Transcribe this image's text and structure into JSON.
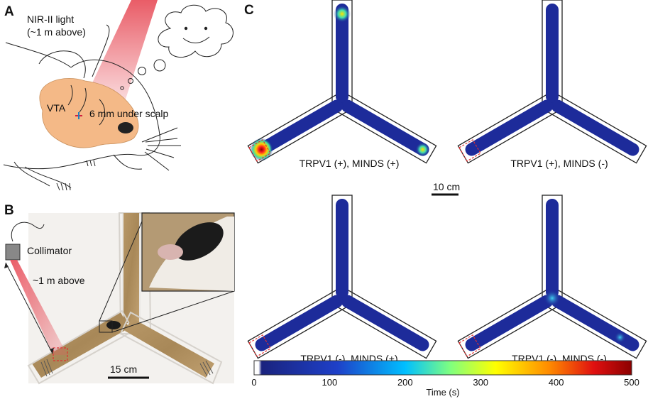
{
  "panels": {
    "a": {
      "label": "A",
      "light_line1": "NIR-II light",
      "light_line2": "(~1 m above)",
      "vta": "VTA",
      "depth": "6 mm under scalp"
    },
    "b": {
      "label": "B",
      "collimator": "Collimator",
      "distance": "~1 m above",
      "scale": "15 cm"
    },
    "c": {
      "label": "C",
      "scale": "10 cm",
      "conditions": [
        "TRPV1 (+), MINDS (+)",
        "TRPV1 (+), MINDS (-)",
        "TRPV1 (-), MINDS (+)",
        "TRPV1 (-), MINDS (-)"
      ],
      "colorbar": {
        "ticks": [
          "0",
          "100",
          "200",
          "300",
          "400",
          "500"
        ],
        "label": "Time (s)",
        "colors": [
          "#ffffff",
          "#1a237e",
          "#1e40c8",
          "#00bfff",
          "#7fff7f",
          "#ffff00",
          "#ff8c00",
          "#e01010",
          "#8b0000"
        ]
      }
    }
  },
  "colors": {
    "track": "#1d2b9a",
    "hotspot": "#e82020",
    "brain": "#f4b987",
    "beam": "#e8545f"
  }
}
